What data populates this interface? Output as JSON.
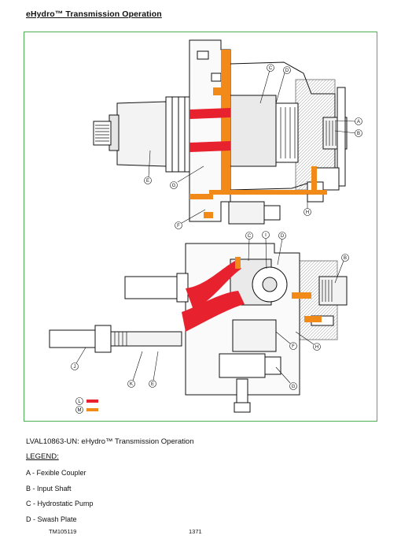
{
  "page_title": "eHydro™ Transmission Operation",
  "figure": {
    "top_callouts": [
      "A",
      "B",
      "C",
      "D",
      "E",
      "F",
      "G",
      "H"
    ],
    "bottom_callouts": [
      "B",
      "C",
      "D",
      "E",
      "F",
      "G",
      "H",
      "I",
      "J",
      "K"
    ],
    "color_key": [
      {
        "letter": "L",
        "color": "#e8212e"
      },
      {
        "letter": "M",
        "color": "#f28a1a"
      }
    ]
  },
  "caption": "LVAL10863-UN: eHydro™ Transmission Operation",
  "legend_title": "LEGEND:",
  "legend_items": [
    "A - Fexible Coupler",
    "B - Input Shaft",
    "C - Hydrostatic Pump",
    "D - Swash Plate"
  ],
  "footer": {
    "code": "TM105119",
    "page": "1371"
  }
}
